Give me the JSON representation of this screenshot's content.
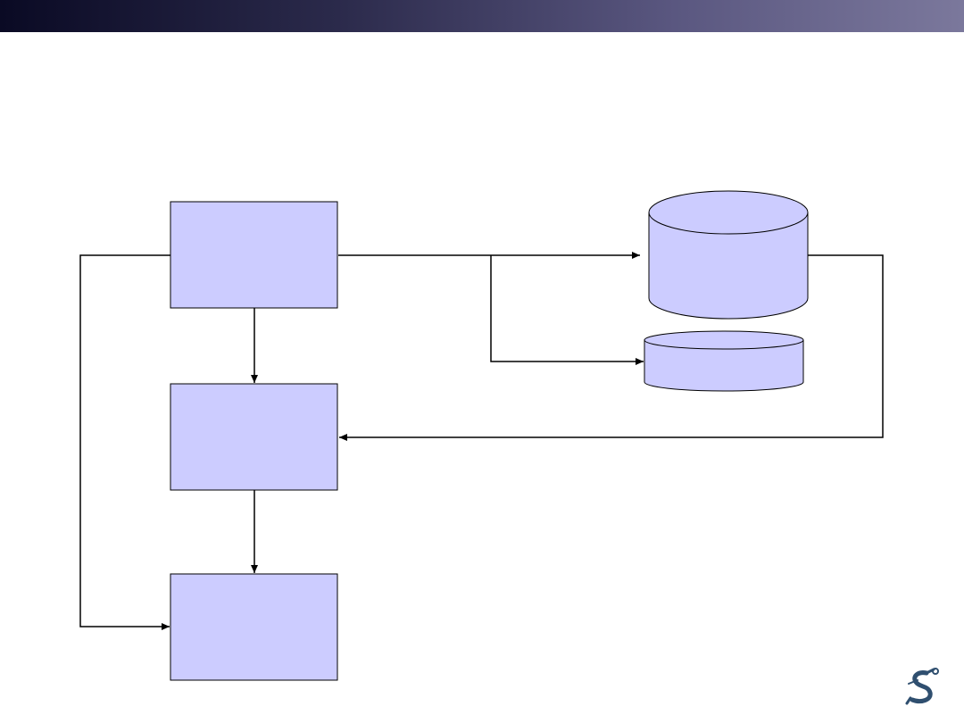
{
  "slide": {
    "header_bar_colors": [
      "#0a0a24",
      "#7b789c"
    ],
    "node_fill": "#ccccff",
    "edge_color": "#000000"
  },
  "diagram": {
    "nodes": [
      {
        "id": "process-top",
        "shape": "rectangle",
        "label": ""
      },
      {
        "id": "process-middle",
        "shape": "rectangle",
        "label": ""
      },
      {
        "id": "process-bottom",
        "shape": "rectangle",
        "label": ""
      },
      {
        "id": "database-large",
        "shape": "cylinder",
        "label": ""
      },
      {
        "id": "database-small",
        "shape": "cylinder",
        "label": ""
      }
    ],
    "edges": [
      {
        "from": "process-top",
        "to": "process-middle"
      },
      {
        "from": "process-middle",
        "to": "process-bottom"
      },
      {
        "from": "process-top",
        "to": "database-large"
      },
      {
        "from": "process-top",
        "to": "database-small"
      },
      {
        "from": "database-large",
        "to": "process-middle"
      },
      {
        "from": "process-top",
        "to": "process-bottom"
      }
    ]
  },
  "logo": {
    "icon": "robot-arm-logo",
    "color": "#2f4f6f"
  }
}
